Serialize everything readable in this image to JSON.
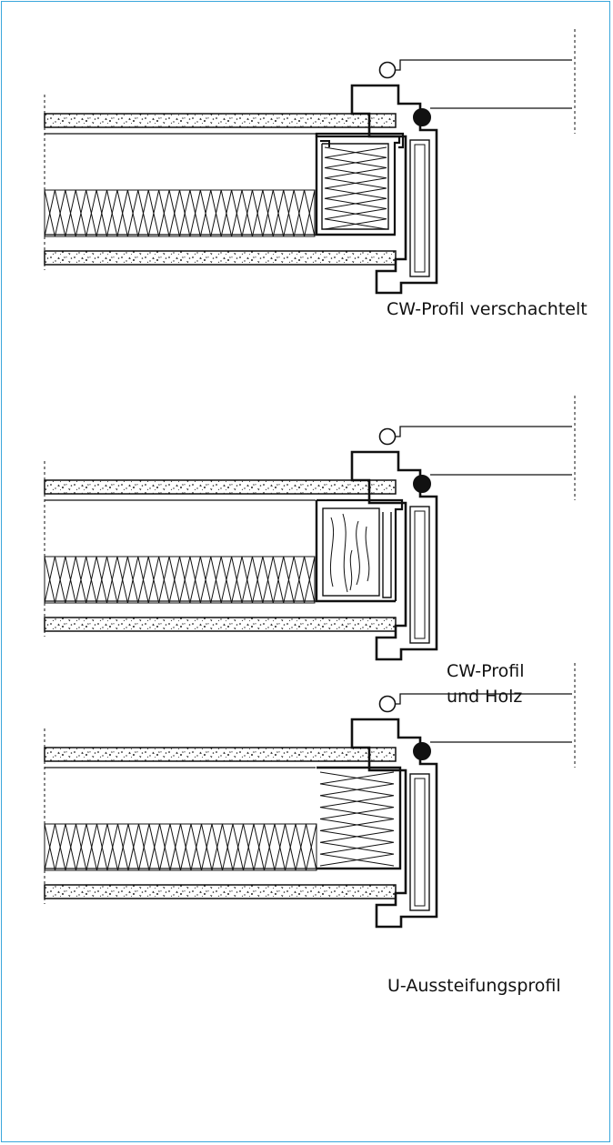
{
  "colors": {
    "frame_border": "#3aa6db",
    "line": "#111111",
    "background": "#ffffff"
  },
  "details": [
    {
      "id": "detail-1",
      "profile": "cw-nested",
      "caption_lines": [
        "CW-Profil verschachtelt"
      ]
    },
    {
      "id": "detail-2",
      "profile": "cw-wood",
      "caption_lines": [
        "CW-Profil",
        "und Holz"
      ]
    },
    {
      "id": "detail-3",
      "profile": "u-stiffener",
      "caption_lines": [
        "U-Aussteifungsprofil"
      ]
    }
  ],
  "icons": [
    "gypsum-board-hatch",
    "mineral-wool-insulation",
    "sealing-cord-icon",
    "gasket-icon",
    "wood-grain"
  ]
}
